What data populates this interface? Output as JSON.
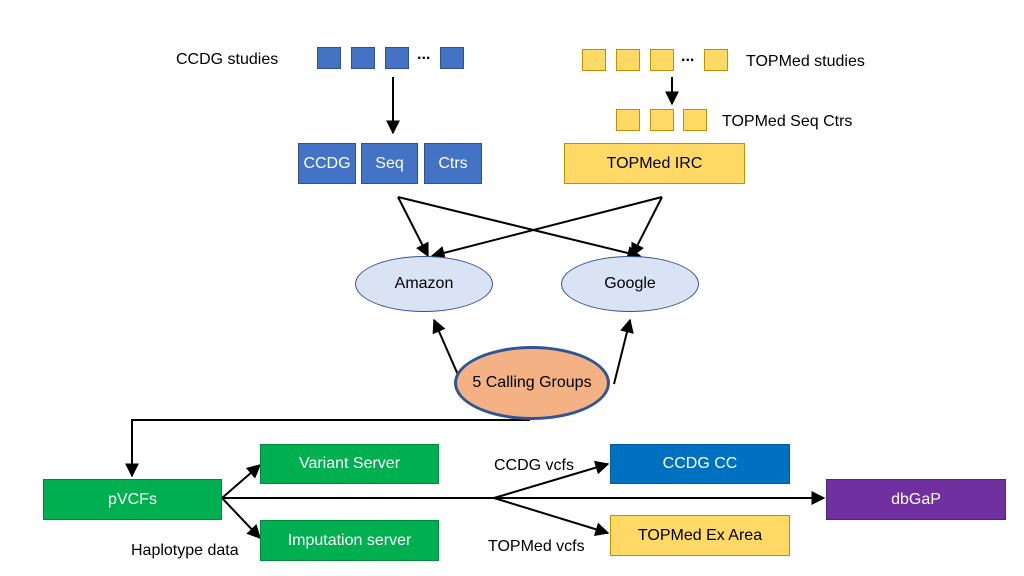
{
  "ccdg": {
    "studies_label": "CCDG studies",
    "ellipsis": "...",
    "seq_center_parts": [
      "CCDG",
      "Seq",
      "Ctrs"
    ]
  },
  "topmed": {
    "studies_label": "TOPMed studies",
    "ellipsis": "...",
    "seq_ctrs_label": "TOPMed Seq Ctrs",
    "irc_label": "TOPMed IRC"
  },
  "clouds": {
    "amazon": "Amazon",
    "google": "Google"
  },
  "calling_groups": "5 Calling Groups",
  "outputs": {
    "pvcfs": "pVCFs",
    "variant_server": "Variant Server",
    "imputation_server": "Imputation server",
    "haplotype_label": "Haplotype data",
    "ccdg_vcfs_label": "CCDG vcfs",
    "topmed_vcfs_label": "TOPMed vcfs",
    "ccdg_cc": "CCDG CC",
    "topmed_ex_area": "TOPMed Ex Area",
    "dbgap": "dbGaP"
  },
  "colors": {
    "ccdg_blue": "#4472C4",
    "topmed_yellow": "#FFD966",
    "server_green": "#00B050",
    "cc_blue": "#0070C0",
    "dbgap_purple": "#7030A0",
    "cloud_fill": "#DAE3F3",
    "calling_fill": "#F4B183"
  }
}
